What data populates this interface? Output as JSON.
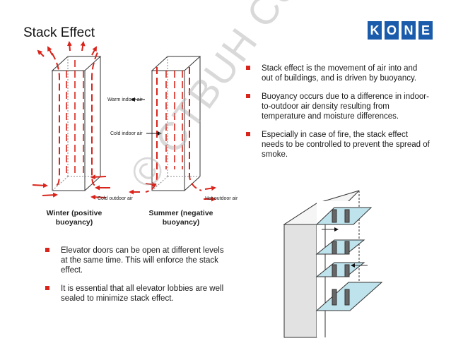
{
  "slide": {
    "title": "Stack Effect",
    "logo_letters": [
      "K",
      "O",
      "N",
      "E"
    ]
  },
  "diagram": {
    "labels": {
      "warm_indoor": "Warm indoor air",
      "cold_indoor": "Cold indoor air",
      "cold_outdoor": "Cold outdoor air",
      "hot_outdoor": "Hot outdoor air"
    },
    "captions": {
      "winter": "Winter (positive buoyancy)",
      "summer": "Summer (negative buoyancy)"
    }
  },
  "right_bullets": [
    "Stack effect is the movement of air into and out of buildings, and is driven by buoyancy.",
    "Buoyancy occurs due to a difference in indoor-to-outdoor air density resulting from temperature and moisture differences.",
    "Especially in case of fire, the stack effect needs to be controlled to prevent the spread of smoke."
  ],
  "left_bullets": [
    "Elevator doors can be open at different levels at the same time. This will enforce the stack effect.",
    "It is essential that all elevator lobbies are well sealed to minimize stack effect."
  ],
  "watermark": "© CTBUH Copyright",
  "colors": {
    "arrow_red": "#d9241b",
    "logo_blue": "#1a5cab",
    "balcony_blue": "#bfe3ec"
  }
}
